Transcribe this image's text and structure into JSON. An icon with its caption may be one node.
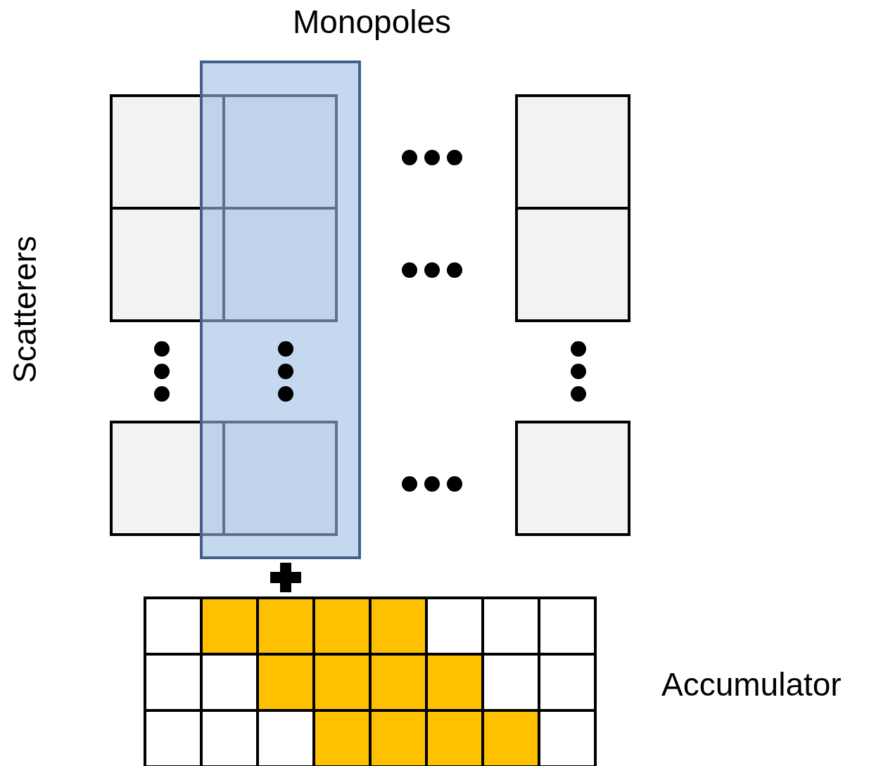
{
  "diagram": {
    "labels": [
      "Monopoles",
      "Scatterers",
      "Accumulator"
    ]
  }
}
